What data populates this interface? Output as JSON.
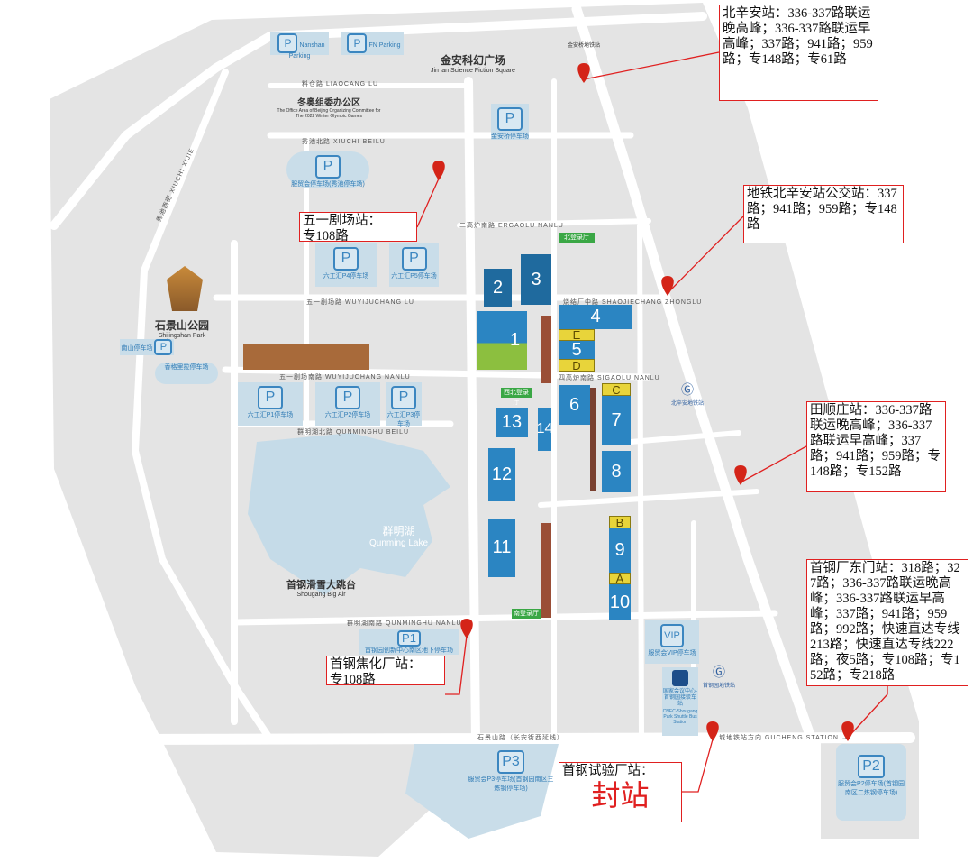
{
  "colors": {
    "ground": "#e4e4e4",
    "road": "#ffffff",
    "lake": "#c5dbe8",
    "building_dark": "#1f6a9e",
    "building": "#2b85c2",
    "label_yellow": "#e8d43a",
    "callout": "#e02020",
    "green": "#3aa745"
  },
  "places": {
    "jinan_square": {
      "zh": "金安科幻广场",
      "en": "Jin 'an Science Fiction Square"
    },
    "olympic_office": {
      "zh": "冬奥组委办公区",
      "en": "The Office Area of Beijing Organizing Committee for The 2022 Winter Olympic Games"
    },
    "shijingshan_park": {
      "zh": "石景山公园",
      "en": "Shijingshan Park"
    },
    "qunming_lake": {
      "zh": "群明湖",
      "en": "Qunming Lake"
    },
    "big_air": {
      "zh": "首钢滑雪大跳台",
      "en": "Shougang Big Air"
    },
    "north_hall": "北登录厅",
    "northwest_hall": "西北登录厅",
    "south_hall": "南登录厅",
    "shuttle": {
      "zh": "国家会议中心-首钢园接驳车站",
      "en": "CNEC-Shougang Park Shuttle Bus Station"
    },
    "metro_beixinan": "北辛安地铁站",
    "metro_jinanqiao": "金安桥地铁站",
    "metro_shougangyuan": "首钢园地铁站"
  },
  "parking": [
    {
      "label": "P",
      "name": "Nanshan Parking"
    },
    {
      "label": "P",
      "name": "FN Parking"
    },
    {
      "label": "P",
      "name": "金安桥停车场"
    },
    {
      "label": "P",
      "name": "服贸会停车场(秀池停车场)"
    },
    {
      "label": "P",
      "name": "六工汇P4停车场"
    },
    {
      "label": "P",
      "name": "六工汇P5停车场"
    },
    {
      "label": "P",
      "name": "南山停车场"
    },
    {
      "label": "P",
      "name": "香格里拉停车场"
    },
    {
      "label": "P",
      "name": "六工汇P1停车场"
    },
    {
      "label": "P",
      "name": "六工汇P2停车场"
    },
    {
      "label": "P",
      "name": "六工汇P3停车场"
    },
    {
      "label": "P1",
      "name": "首钢园创新中心南区地下停车场"
    },
    {
      "label": "P3",
      "name": "服贸会P3停车场(首钢园南区三炼钢停车场)"
    },
    {
      "label": "P2",
      "name": "服贸会P2停车场(首钢园南区二炼钢停车场)"
    },
    {
      "label": "VIP",
      "name": "服贸会VIP停车场"
    }
  ],
  "halls": [
    "1",
    "2",
    "3",
    "4",
    "5",
    "6",
    "7",
    "8",
    "9",
    "10",
    "11",
    "12",
    "13",
    "14"
  ],
  "hall_labels": {
    "A": "A",
    "B": "B",
    "C": "C",
    "D": "D",
    "E": "E"
  },
  "roads": {
    "liaocang": "料仓路 LIAOCANG LU",
    "xiuchi_beilu": "秀池北路 XIUCHI BEILU",
    "ergaolu": "二高炉南路 ERGAOLU NANLU",
    "shaojiechang": "烧结厂中路 SHAOJIECHANG ZHONGLU",
    "wuyijuchang": "五一剧场路 WUYIJUCHANG LU",
    "wuyijuchang_nan": "五一剧场南路 WUYIJUCHANG NANLU",
    "sigaolu": "四高炉南路 SIGAOLU NANLU",
    "qunminghu_bei": "群明湖北路 QUNMINGHU BEILU",
    "qunminghu_nan": "群明湖南路 QUNMINGHU NANLU",
    "xiuchi_xijie": "秀池西街 XIUCHI XIJIE",
    "shijingshan": "石景山路（长安街西延线）",
    "gucheng": "城地铁站方向 GUCHENG STATION →"
  },
  "callouts": [
    {
      "title": "北辛安站：",
      "text": "336-337路联运晚高峰；336-337路联运早高峰；337路；941路；959路；专148路；专61路"
    },
    {
      "title": "地铁北辛安站公交站：",
      "text": "337路；941路；959路；专148路"
    },
    {
      "title": "五一剧场站：",
      "text": "专108路"
    },
    {
      "title": "田顺庄站：",
      "text": "336-337路联运晚高峰；336-337路联运早高峰；337路；941路；959路；专148路；专152路"
    },
    {
      "title": "首钢厂东门站：",
      "text": "318路；327路；336-337路联运晚高峰；336-337路联运早高峰；337路；941路；959路；992路；快速直达专线213路；快速直达专线222路；夜5路；专108路；专152路；专218路"
    },
    {
      "title": "首钢焦化厂站：",
      "text": "专108路"
    },
    {
      "title": "首钢试验厂站：",
      "text": "封站"
    }
  ]
}
